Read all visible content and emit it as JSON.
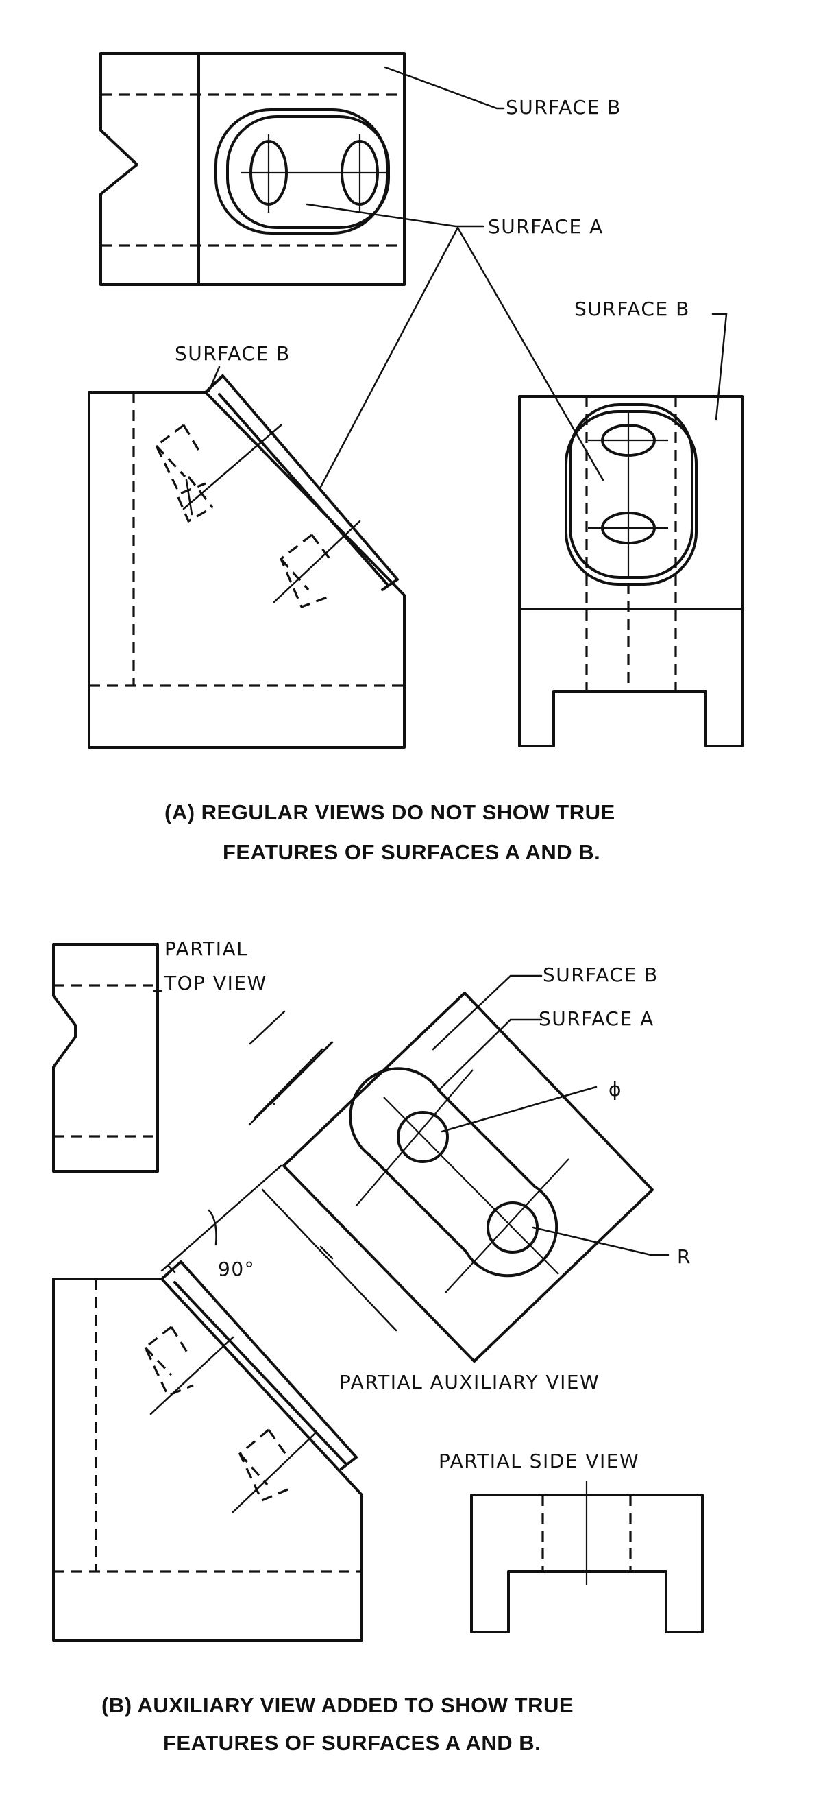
{
  "part_a": {
    "labels": {
      "surface_b_top": "SURFACE B",
      "surface_a": "SURFACE A",
      "surface_b_right": "SURFACE B",
      "surface_b_left": "SURFACE B"
    },
    "caption_line1": "(A)  REGULAR VIEWS DO NOT SHOW TRUE",
    "caption_line2": "FEATURES OF SURFACES A AND B."
  },
  "part_b": {
    "labels": {
      "partial": "PARTIAL",
      "top_view": "TOP VIEW",
      "surface_b": "SURFACE B",
      "surface_a": "SURFACE A",
      "phi": "ϕ",
      "r": "R",
      "angle": "90°",
      "partial_auxiliary_view": "PARTIAL  AUXILIARY  VIEW",
      "partial_side_view": "PARTIAL  SIDE  VIEW"
    },
    "caption_line1": "(B)  AUXILIARY VIEW ADDED TO SHOW TRUE",
    "caption_line2": "FEATURES OF SURFACES A AND B."
  }
}
